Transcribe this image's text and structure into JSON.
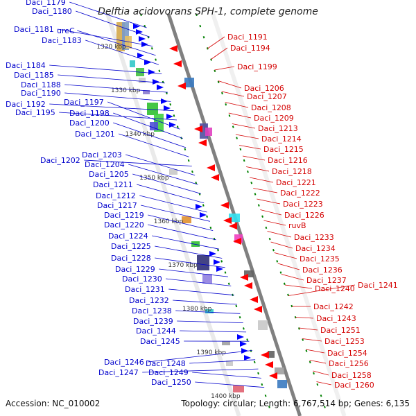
{
  "title": "Delftia acidovorans SPH-1, complete genome",
  "footer": {
    "accession": "Accession: NC_010002",
    "summary": "Topology: circular; Length: 6,767,514 bp; Genes: 6,135"
  },
  "colors": {
    "left_label": "#0000cc",
    "right_label": "#d40000",
    "forward_arrow": "#0000ff",
    "reverse_arrow": "#ff0000",
    "backbone": "#808080",
    "tick": "#008000"
  },
  "scale_labels": [
    "1320 kbp",
    "1330 kbp",
    "1340 kbp",
    "1350 kbp",
    "1360 kbp",
    "1370 kbp",
    "1380 kbp",
    "1390 kbp",
    "1400 kbp"
  ],
  "left_genes": [
    "Daci_1179",
    "Daci_1180",
    "Daci_1181",
    "ureC",
    "Daci_1183",
    "Daci_1184",
    "Daci_1185",
    "Daci_1188",
    "Daci_1190",
    "Daci_1192",
    "Daci_1195",
    "Daci_1197",
    "Daci_1198",
    "Daci_1200",
    "Daci_1201",
    "Daci_1202",
    "Daci_1203",
    "Daci_1204",
    "Daci_1205",
    "Daci_1211",
    "Daci_1212",
    "Daci_1217",
    "Daci_1219",
    "Daci_1220",
    "Daci_1224",
    "Daci_1225",
    "Daci_1228",
    "Daci_1229",
    "Daci_1230",
    "Daci_1231",
    "Daci_1232",
    "Daci_1238",
    "Daci_1239",
    "Daci_1244",
    "Daci_1245",
    "Daci_1246",
    "Daci_1248",
    "Daci_1247",
    "Daci_1249",
    "Daci_1250"
  ],
  "right_genes": [
    "Daci_1191",
    "Daci_1194",
    "Daci_1199",
    "Daci_1206",
    "Daci_1207",
    "Daci_1208",
    "Daci_1209",
    "Daci_1213",
    "Daci_1214",
    "Daci_1215",
    "Daci_1216",
    "Daci_1218",
    "Daci_1221",
    "Daci_1222",
    "Daci_1223",
    "Daci_1226",
    "ruvB",
    "Daci_1233",
    "Daci_1234",
    "Daci_1235",
    "Daci_1236",
    "Daci_1237",
    "Daci_1240",
    "Daci_1241",
    "Daci_1242",
    "Daci_1243",
    "Daci_1251",
    "Daci_1253",
    "Daci_1254",
    "Daci_1256",
    "Daci_1258",
    "Daci_1260"
  ]
}
